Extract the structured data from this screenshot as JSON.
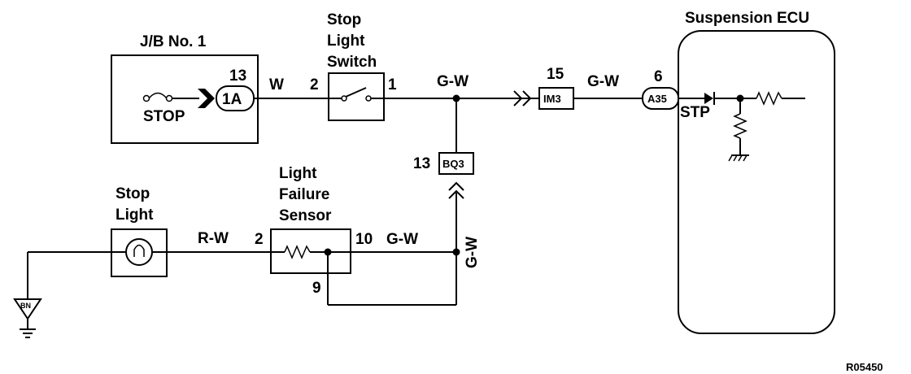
{
  "components": {
    "jb": {
      "title": "J/B No. 1",
      "fuse": "STOP",
      "pin": "13",
      "connector": "1A"
    },
    "stop_light_switch": {
      "line1": "Stop",
      "line2": "Light",
      "line3": "Switch",
      "pin_in": "2",
      "pin_out": "1"
    },
    "im3": {
      "pin": "15",
      "label": "IM3"
    },
    "bq3": {
      "pin": "13",
      "label": "BQ3"
    },
    "ecu": {
      "title": "Suspension ECU",
      "pin": "6",
      "connector": "A35",
      "terminal": "STP"
    },
    "stop_light": {
      "line1": "Stop",
      "line2": "Light"
    },
    "light_failure_sensor": {
      "line1": "Light",
      "line2": "Failure",
      "line3": "Sensor",
      "pin_in": "2",
      "pin_out": "10",
      "pin_ground": "9"
    },
    "ground": {
      "label": "BN"
    }
  },
  "wires": {
    "w1": "W",
    "w2": "G-W",
    "w3": "G-W",
    "w4": "R-W",
    "w5": "G-W",
    "w6": "G-W"
  },
  "figure_ref": "R05450"
}
